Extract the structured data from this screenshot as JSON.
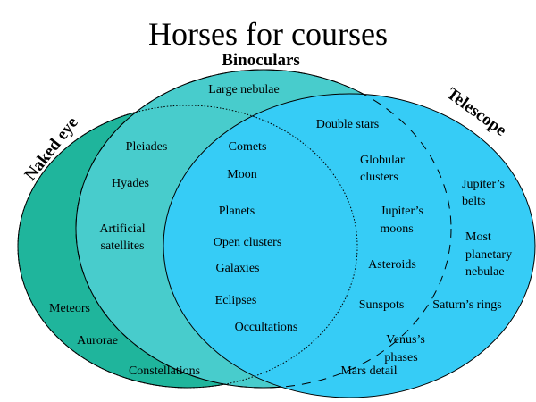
{
  "title": "Horses for courses",
  "sets": {
    "naked_eye": {
      "label": "Naked eye",
      "color": "#1fb59c"
    },
    "binoculars": {
      "label": "Binoculars",
      "color": "#48cccc"
    },
    "telescope": {
      "label": "Telescope",
      "color": "#36ccf6"
    }
  },
  "items": {
    "large_nebulae": "Large nebulae",
    "double_stars": "Double stars",
    "pleiades": "Pleiades",
    "hyades": "Hyades",
    "artificial_satellites_1": "Artificial",
    "artificial_satellites_2": "satellites",
    "comets": "Comets",
    "moon": "Moon",
    "planets": "Planets",
    "open_clusters": "Open clusters",
    "galaxies": "Galaxies",
    "eclipses": "Eclipses",
    "occultations": "Occultations",
    "globular_1": "Globular",
    "globular_2": "clusters",
    "jupiters_moons_1": "Jupiter’s",
    "jupiters_moons_2": "moons",
    "asteroids": "Asteroids",
    "sunspots": "Sunspots",
    "jupiters_belts_1": "Jupiter’s",
    "jupiters_belts_2": "belts",
    "most_pn_1": "Most",
    "most_pn_2": "planetary",
    "most_pn_3": "nebulae",
    "saturns_rings": "Saturn’s rings",
    "venus_1": "Venus’s",
    "venus_2": "phases",
    "mars_detail": "Mars detail",
    "meteors": "Meteors",
    "aurorae": "Aurorae",
    "constellations": "Constellations"
  }
}
